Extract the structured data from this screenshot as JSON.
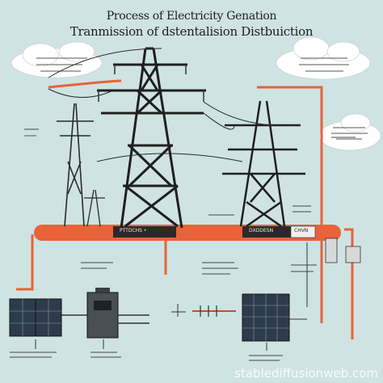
{
  "title": {
    "line1": "Process of Electricity Genation",
    "line2": "Tranmission  of dstentalision Distbuiction"
  },
  "bar_labels": {
    "left": "PTTDCHS •",
    "right": "DXDDESN",
    "tag": "CHVN"
  },
  "watermark": "stablediffusionweb.com",
  "colors": {
    "background": "#cfe3e3",
    "tower": "#1f1f1f",
    "cable": "#e8623a",
    "bar": "#2a2a2a",
    "cloud": "#ffffff"
  },
  "icons": [
    "cloud-icon",
    "transmission-tower-icon",
    "solar-panel-icon",
    "transformer-icon",
    "meter-icon",
    "insulator-icon"
  ]
}
